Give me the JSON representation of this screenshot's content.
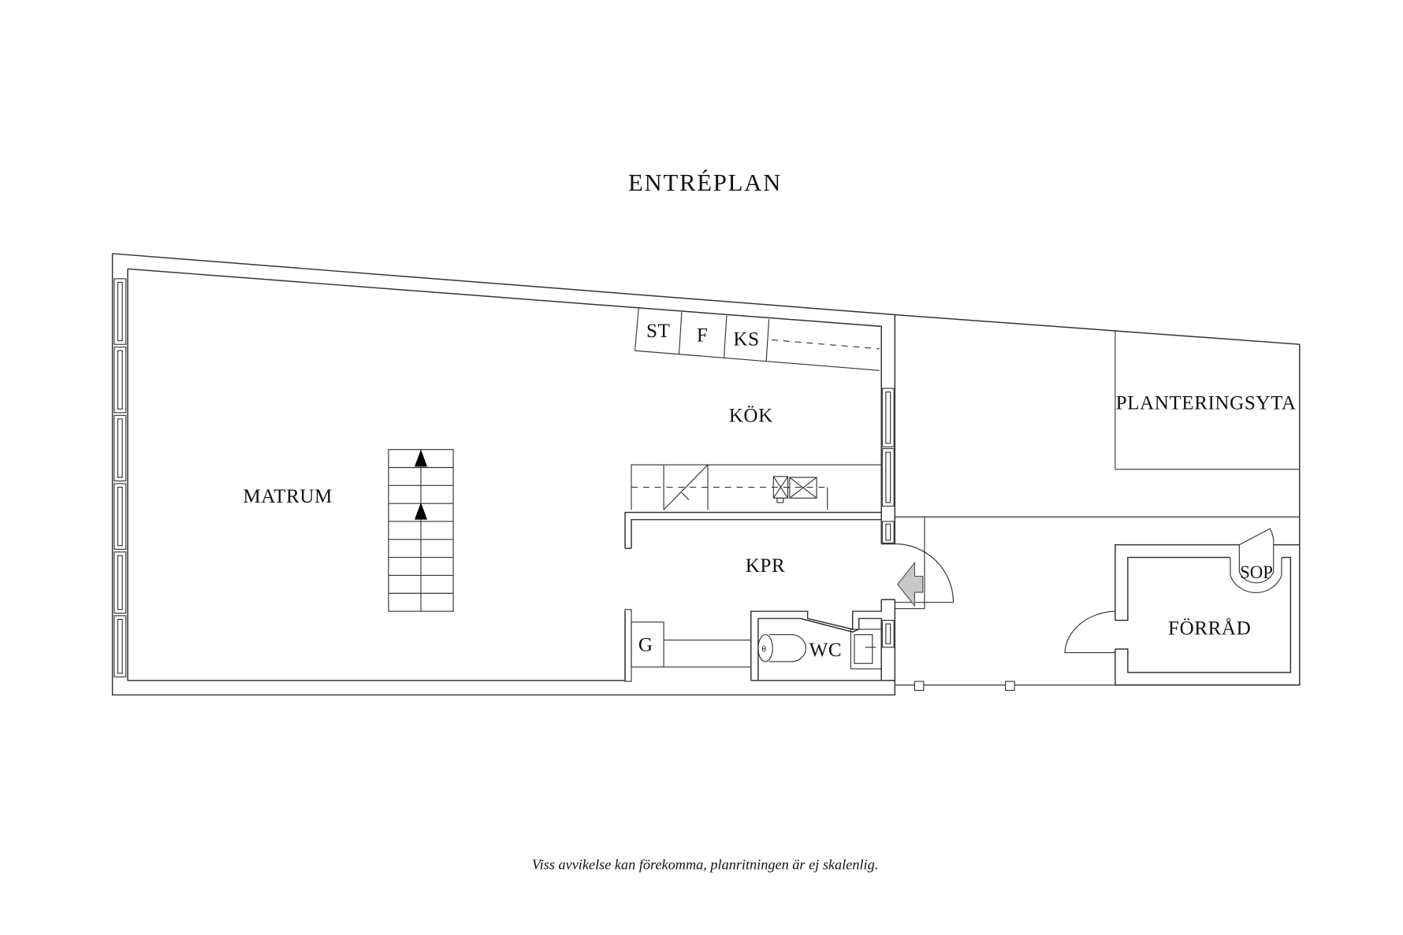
{
  "title": "ENTRÉPLAN",
  "rooms": {
    "matrum": "MATRUM",
    "kok": "KÖK",
    "kpr": "KPR",
    "wc": "WC",
    "planteringsyta": "PLANTERINGSYTA",
    "forrad": "FÖRRÅD",
    "sop": "SOP"
  },
  "fixtures": {
    "st": "ST",
    "f": "F",
    "ks": "KS",
    "g": "G"
  },
  "icons": {
    "stair_arrows": "stair-up-arrow",
    "entrance_arrow": "entrance-arrow",
    "toilet": "toilet-icon",
    "sink": "sink-icon",
    "stove": "stove-icon"
  },
  "colors": {
    "line": "#333333",
    "entrance_arrow_fill": "#c8c8c8",
    "background": "#ffffff"
  },
  "footer_note": "Viss avvikelse kan förekomma, planritningen är ej skalenlig."
}
